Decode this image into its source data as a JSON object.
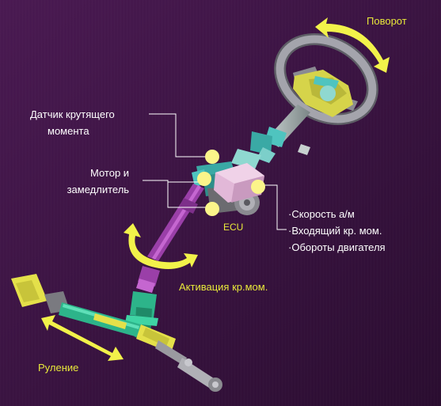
{
  "labels": {
    "rotation": "Поворот",
    "torque_sensor_line1": "Датчик крутящего",
    "torque_sensor_line2": "момента",
    "motor_line1": "Мотор и",
    "motor_line2": "замедлитель",
    "ecu": "ECU",
    "inputs": [
      "·Скорость а/м",
      "·Входящий кр. мом.",
      "·Обороты двигателя"
    ],
    "torque_activation": "Активация кр.мом.",
    "steering": "Руление"
  },
  "colors": {
    "background": "#3a1340",
    "highlight_text": "#e8e83a",
    "arrow": "#f2f24a",
    "marker": "#fbf58a",
    "wheel": "#9a9aa0",
    "hub": "#d8d84a",
    "cyan_part": "#4fc4bf",
    "ecu_box": "#e2b8d8",
    "shaft_purple": "#9a3fa8",
    "rack_yellow": "#e4e04a",
    "rack_green": "#2db48a"
  }
}
